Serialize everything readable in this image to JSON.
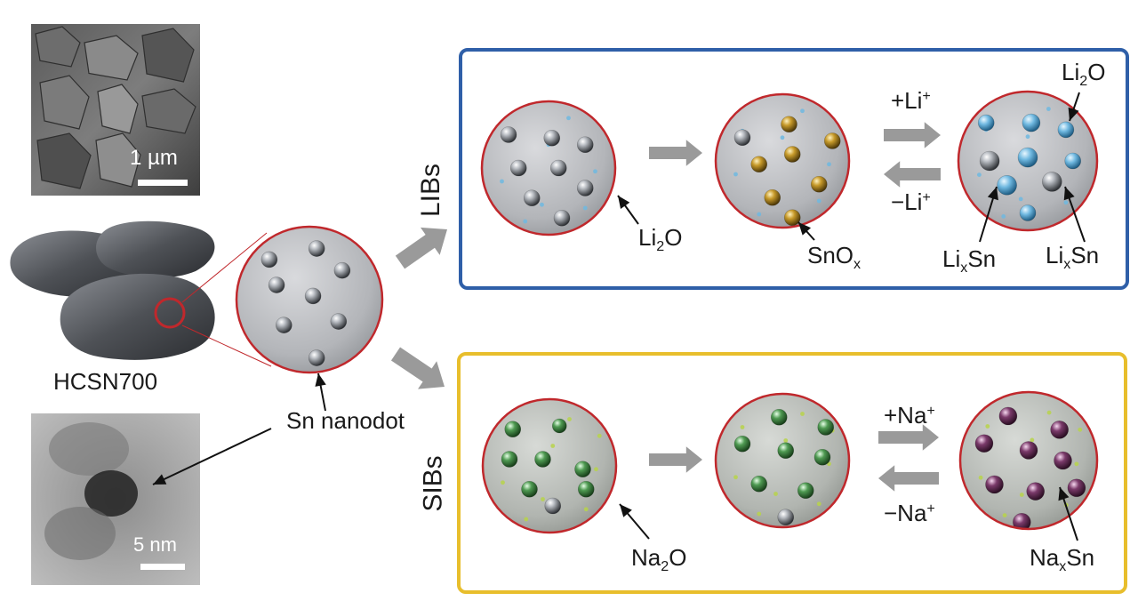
{
  "figure": {
    "sem_scale_bar": "1 µm",
    "tem_scale_bar": "5 nm",
    "sample_label": "HCSN700",
    "nanodot_label": "Sn nanodot"
  },
  "libs_panel": {
    "side_label": "LIBs",
    "frame_color": "#2f5fa8",
    "charge_label": {
      "base": "+Li",
      "sup": "+"
    },
    "discharge_label": {
      "base": "−Li",
      "sup": "+"
    },
    "labels": {
      "li2o_first": {
        "pre": "Li",
        "sub": "2",
        "post": "O"
      },
      "snox": {
        "pre": "SnO",
        "sub": "x",
        "post": ""
      },
      "li2o_final": {
        "pre": "Li",
        "sub": "2",
        "post": "O"
      },
      "lixsn_left": {
        "pre": "Li",
        "sub": "x",
        "post": "Sn"
      },
      "lixsn_right": {
        "pre": "Li",
        "sub": "x",
        "post": "Sn"
      }
    }
  },
  "sibs_panel": {
    "side_label": "SIBs",
    "frame_color": "#e8be2c",
    "charge_label": {
      "base": "+Na",
      "sup": "+"
    },
    "discharge_label": {
      "base": "−Na",
      "sup": "+"
    },
    "labels": {
      "na2o": {
        "pre": "Na",
        "sub": "2",
        "post": "O"
      },
      "naxsn": {
        "pre": "Na",
        "sub": "x",
        "post": "Sn"
      }
    }
  },
  "colors": {
    "circle_border": "#c0282c",
    "tin": "#b8bcc2",
    "tin_oxide": "#c79a2a",
    "lithium_alloy": "#6fb8e0",
    "sodium_oxide": "#4f9a52",
    "sodium_alloy": "#7a3a6a"
  }
}
